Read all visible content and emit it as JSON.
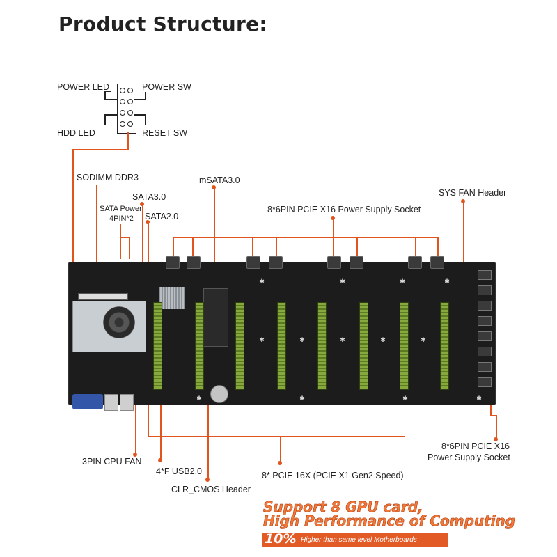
{
  "title": "Product Structure:",
  "front_panel": {
    "power_led": "POWER LED",
    "power_sw": "POWER SW",
    "hdd_led": "HDD  LED",
    "reset_sw": "RESET SW"
  },
  "labels": {
    "sodimm": "SODIMM DDR3",
    "sata3": "SATA3.0",
    "sata_power_1": "SATA Power",
    "sata_power_2": "4PIN*2",
    "sata2": "SATA2.0",
    "msata": "mSATA3.0",
    "pcie_power_top": "8*6PIN PCIE X16 Power Supply Socket",
    "sys_fan": "SYS FAN Header",
    "pcie_power_right_1": "8*6PIN PCIE X16",
    "pcie_power_right_2": "Power Supply Socket",
    "cpu_fan": "3PIN CPU FAN",
    "usb2": "4*F USB2.0",
    "pcie_slots": "8* PCIE 16X (PCIE X1 Gen2 Speed)",
    "clr_cmos": "CLR_CMOS Header"
  },
  "promo": {
    "line1": "Support 8 GPU card,",
    "line2": "High Performance of Computing",
    "percent": "10%",
    "tagline": "Higher than same level Motherboards"
  },
  "colors": {
    "accent": "#e2541e",
    "board": "#1c1c1c",
    "slot_green": "#86a83c"
  }
}
